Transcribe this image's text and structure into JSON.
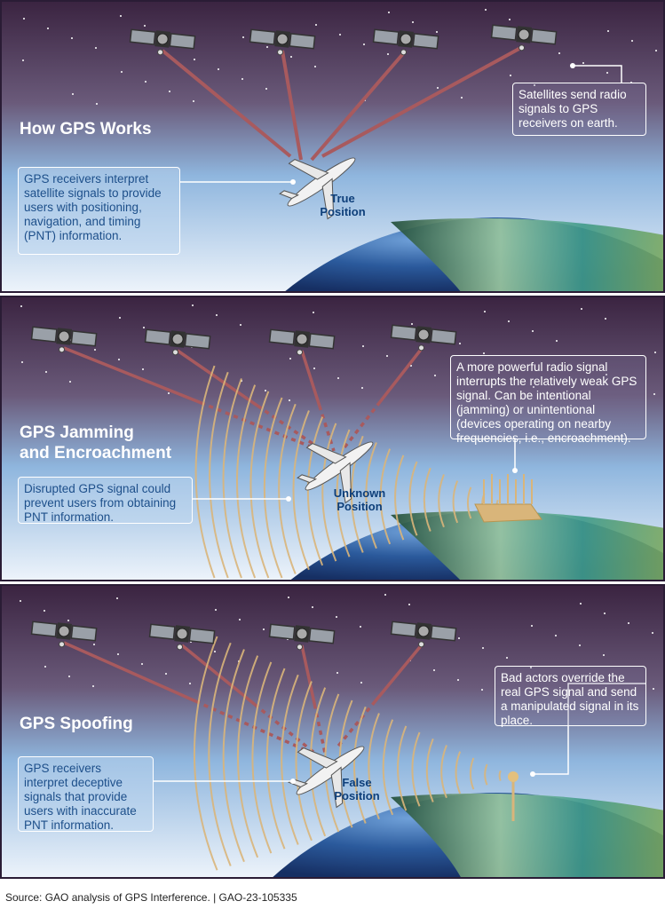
{
  "panels": [
    {
      "title": "How GPS Works",
      "left_box": "GPS receivers interpret satellite signals to provide users with positioning, navigation, and timing (PNT) information.",
      "right_box": "Satellites send radio signals to GPS receivers on earth.",
      "position_label": [
        "True",
        "Position"
      ]
    },
    {
      "title": [
        "GPS Jamming",
        "and Encroachment"
      ],
      "left_box": "Disrupted GPS signal could prevent users from obtaining PNT information.",
      "right_box": "A more powerful radio signal interrupts the relatively weak GPS signal. Can be intentional (jamming) or unintentional (devices operating on nearby frequencies, i.e., encroachment).",
      "position_label": [
        "Unknown",
        "Position"
      ]
    },
    {
      "title": "GPS Spoofing",
      "left_box": "GPS receivers interpret deceptive signals that provide users with inaccurate PNT information.",
      "right_box": "Bad actors override the real GPS signal and send a manipulated signal in its place.",
      "position_label": [
        "False",
        "Position"
      ]
    }
  ],
  "source": "Source: GAO analysis of GPS Interference.  |  GAO-23-105335",
  "colors": {
    "sky_top": "#3a2340",
    "sky_bottom": "#eef4fb",
    "signal": "#a85a5e",
    "interference": "#d9b57a",
    "earth": "#2b5a9c",
    "land": "#3c8a6a",
    "label": "#0e3f7a"
  },
  "icons": [
    "satellite-icon",
    "airplane-icon",
    "jammer-tower-icon",
    "spoofing-antenna-icon",
    "earth-icon"
  ]
}
